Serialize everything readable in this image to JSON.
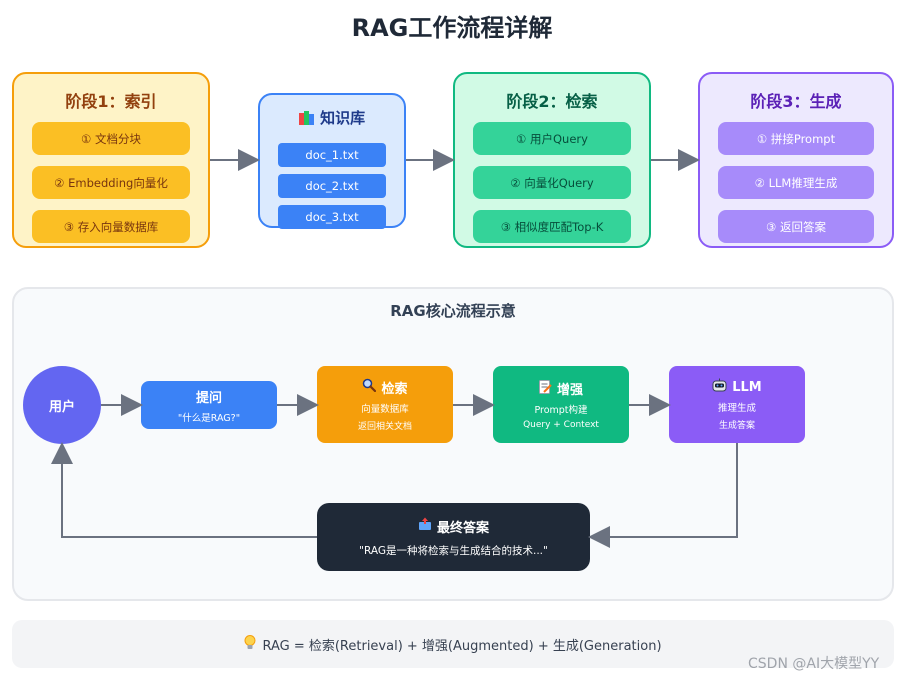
{
  "title": "RAG工作流程详解",
  "stage1": {
    "title": "阶段1：索引",
    "steps": [
      "① 文档分块",
      "② Embedding向量化",
      "③ 存入向量数据库"
    ]
  },
  "knowledge_base": {
    "icon": "books-icon",
    "title": "知识库",
    "docs": [
      "doc_1.txt",
      "doc_2.txt",
      "doc_3.txt"
    ]
  },
  "stage2": {
    "title": "阶段2：检索",
    "steps": [
      "① 用户Query",
      "② 向量化Query",
      "③ 相似度匹配Top-K"
    ]
  },
  "stage3": {
    "title": "阶段3：生成",
    "steps": [
      "① 拼接Prompt",
      "② LLM推理生成",
      "③ 返回答案"
    ]
  },
  "core_flow": {
    "title": "RAG核心流程示意",
    "user": "用户",
    "ask": {
      "title": "提问",
      "sub": "\"什么是RAG?\""
    },
    "retrieve": {
      "icon": "magnifier-icon",
      "title": "检索",
      "sub": "向量数据库",
      "sub2": "返回相关文档"
    },
    "augment": {
      "icon": "memo-icon",
      "title": "增强",
      "sub": "Prompt构建",
      "sub2": "Query + Context"
    },
    "llm": {
      "icon": "robot-icon",
      "title": "LLM",
      "sub": "推理生成",
      "sub2": "生成答案"
    },
    "answer": {
      "icon": "inbox-icon",
      "title": "最终答案",
      "sub": "\"RAG是一种将检索与生成结合的技术...\""
    }
  },
  "footer": {
    "icon": "lightbulb-icon",
    "text": "RAG = 检索(Retrieval) + 增强(Augmented) + 生成(Generation)"
  },
  "watermark": "CSDN @AI大模型YY",
  "colors": {
    "stage1": "#f59e0b",
    "knowledge_base": "#3b82f6",
    "stage2": "#10b981",
    "stage3": "#8b5cf6",
    "arrow": "#6b7280"
  }
}
